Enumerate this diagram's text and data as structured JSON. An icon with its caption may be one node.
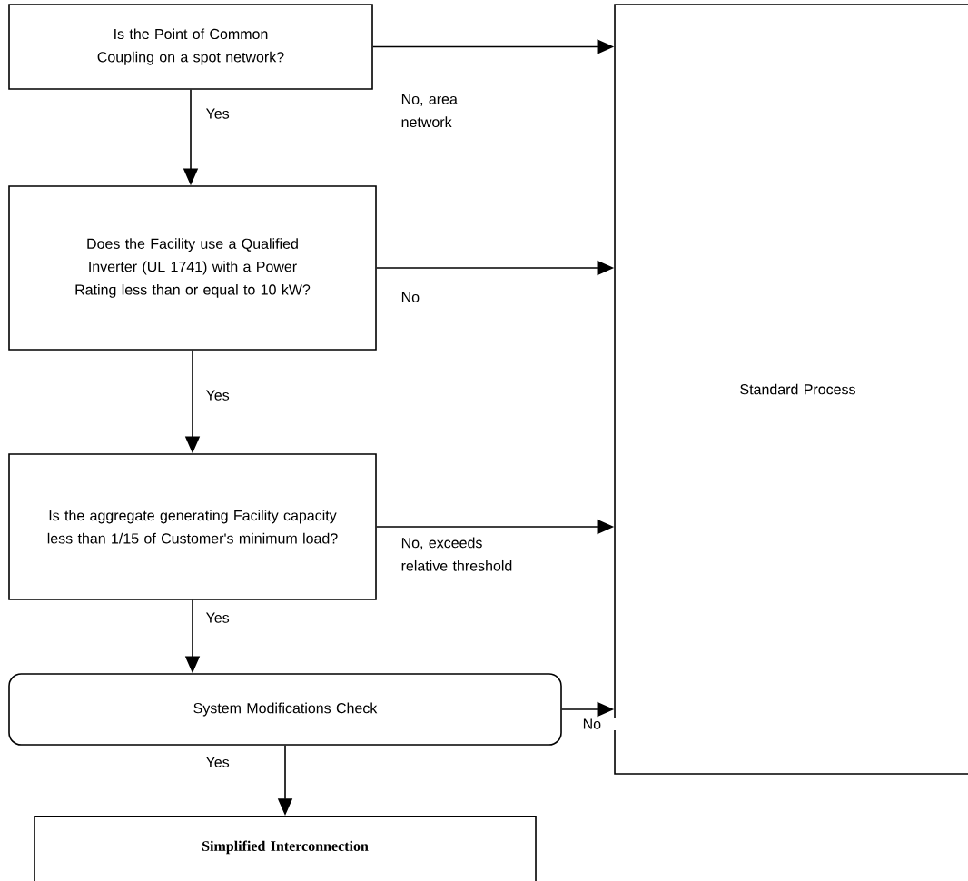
{
  "diagram": {
    "nodes": [
      {
        "text": [
          "Is the Point of Common Coupling on a spot network?"
        ]
      },
      {
        "text": [
          "Does the Facility use a Qualified Inverter (UL 1741) with a Power Rating less than or equal to 10 kW?"
        ]
      },
      {
        "text": [
          "Is the aggregate generating Facility capacity less than 1/15 of Customer's minimum load?"
        ]
      },
      {
        "text": [
          "System Modifications Check"
        ]
      },
      {
        "text": [
          "Simplified Interconnection"
        ]
      },
      {
        "text": [
          "Standard Process"
        ]
      }
    ],
    "edges": [
      {
        "from": 0,
        "to": 1,
        "arrow": "to",
        "label": "Yes"
      },
      {
        "from": 0,
        "to": 5,
        "arrow": "to",
        "label": "No, area network"
      },
      {
        "from": 1,
        "to": 2,
        "arrow": "to",
        "label": "Yes"
      },
      {
        "from": 1,
        "to": 5,
        "arrow": "to",
        "label": "No"
      },
      {
        "from": 2,
        "to": 3,
        "arrow": "to",
        "label": "Yes"
      },
      {
        "from": 2,
        "to": 5,
        "arrow": "to",
        "label": "No, exceeds relative threshold"
      },
      {
        "from": 3,
        "to": 4,
        "arrow": "to",
        "label": "Yes"
      },
      {
        "from": 3,
        "to": 5,
        "arrow": "to",
        "label": "No"
      }
    ]
  }
}
